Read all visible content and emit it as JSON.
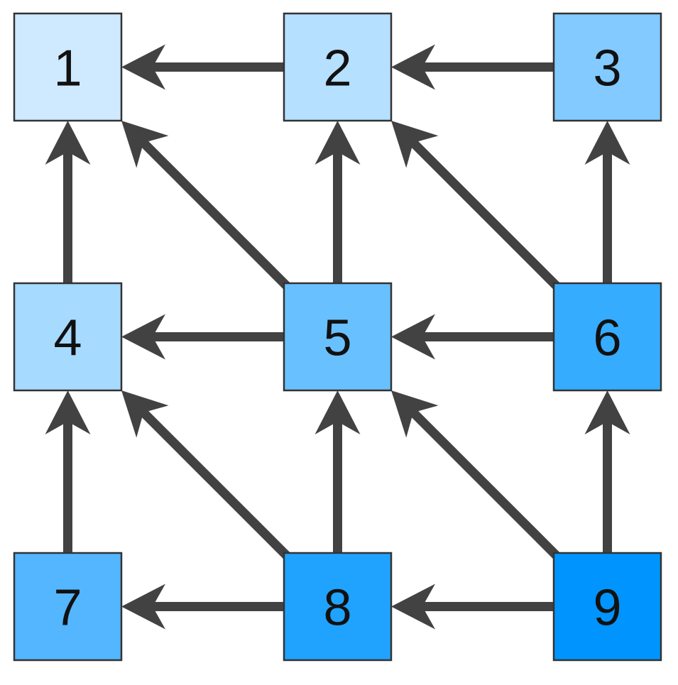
{
  "diagram": {
    "type": "directed-grid-graph",
    "nodes": [
      {
        "id": "1",
        "label": "1",
        "row": 0,
        "col": 0,
        "color": "#cfe9ff"
      },
      {
        "id": "2",
        "label": "2",
        "row": 0,
        "col": 1,
        "color": "#b6e0ff"
      },
      {
        "id": "3",
        "label": "3",
        "row": 0,
        "col": 2,
        "color": "#82caff"
      },
      {
        "id": "4",
        "label": "4",
        "row": 1,
        "col": 0,
        "color": "#a6daff"
      },
      {
        "id": "5",
        "label": "5",
        "row": 1,
        "col": 1,
        "color": "#69c0ff"
      },
      {
        "id": "6",
        "label": "6",
        "row": 1,
        "col": 2,
        "color": "#36acfe"
      },
      {
        "id": "7",
        "label": "7",
        "row": 2,
        "col": 0,
        "color": "#53b6ff"
      },
      {
        "id": "8",
        "label": "8",
        "row": 2,
        "col": 1,
        "color": "#1fa3fe"
      },
      {
        "id": "9",
        "label": "9",
        "row": 2,
        "col": 2,
        "color": "#0095fe"
      }
    ],
    "edges": [
      {
        "from": "2",
        "to": "1"
      },
      {
        "from": "3",
        "to": "2"
      },
      {
        "from": "4",
        "to": "1"
      },
      {
        "from": "5",
        "to": "1"
      },
      {
        "from": "5",
        "to": "2"
      },
      {
        "from": "6",
        "to": "2"
      },
      {
        "from": "6",
        "to": "3"
      },
      {
        "from": "5",
        "to": "4"
      },
      {
        "from": "6",
        "to": "5"
      },
      {
        "from": "7",
        "to": "4"
      },
      {
        "from": "8",
        "to": "4"
      },
      {
        "from": "8",
        "to": "5"
      },
      {
        "from": "9",
        "to": "5"
      },
      {
        "from": "9",
        "to": "6"
      },
      {
        "from": "8",
        "to": "7"
      },
      {
        "from": "9",
        "to": "8"
      }
    ],
    "edge_color": "#424242",
    "border_color": "#333333"
  }
}
